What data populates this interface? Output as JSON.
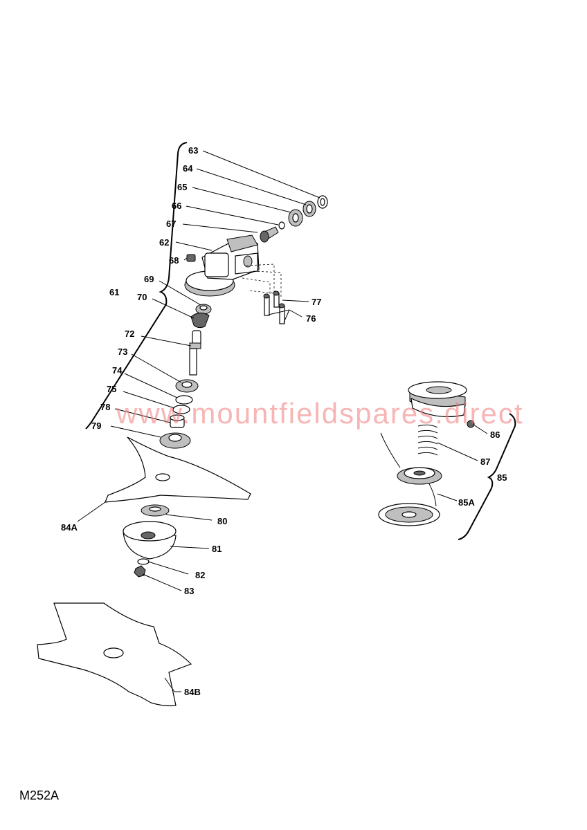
{
  "labels": {
    "l61": "61",
    "l62": "62",
    "l63": "63",
    "l64": "64",
    "l65": "65",
    "l66": "66",
    "l67": "67",
    "l68": "68",
    "l69": "69",
    "l70": "70",
    "l72": "72",
    "l73": "73",
    "l74": "74",
    "l75": "75",
    "l76": "76",
    "l77": "77",
    "l78": "78",
    "l79": "79",
    "l80": "80",
    "l81": "81",
    "l82": "82",
    "l83": "83",
    "l84A": "84A",
    "l84B": "84B",
    "l85": "85",
    "l85A": "85A",
    "l86": "86",
    "l87": "87"
  },
  "watermark": "www.mountfieldspares.direct",
  "drawing_code": "M252A"
}
